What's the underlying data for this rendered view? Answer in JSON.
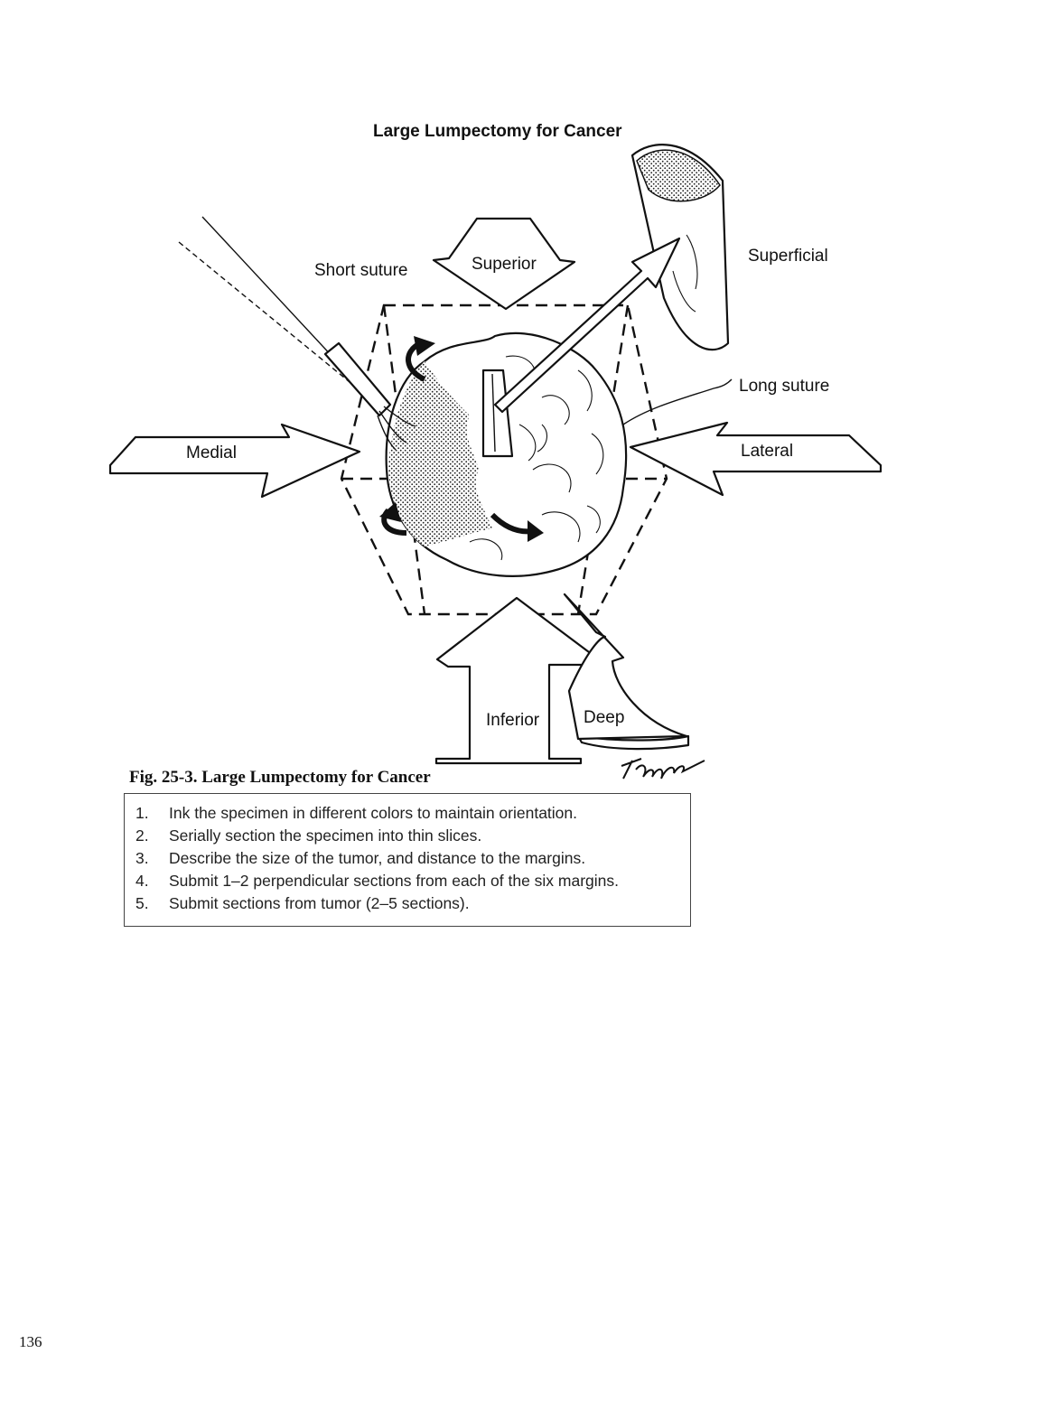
{
  "figure": {
    "title": "Large Lumpectomy for Cancer",
    "labels": {
      "short_suture": "Short suture",
      "superior": "Superior",
      "superficial": "Superficial",
      "long_suture": "Long suture",
      "medial": "Medial",
      "lateral": "Lateral",
      "inferior": "Inferior",
      "deep": "Deep"
    }
  },
  "caption": "Fig. 25-3. Large Lumpectomy for Cancer",
  "steps": [
    {
      "number": "1.",
      "text": "Ink the specimen in different colors to maintain orientation."
    },
    {
      "number": "2.",
      "text": "Serially section the specimen into thin slices."
    },
    {
      "number": "3.",
      "text": "Describe the size of the tumor, and distance to the margins."
    },
    {
      "number": "4.",
      "text": "Submit 1–2 perpendicular sections from each of the six margins."
    },
    {
      "number": "5.",
      "text": "Submit sections from tumor (2–5 sections)."
    }
  ],
  "page_number": "136"
}
